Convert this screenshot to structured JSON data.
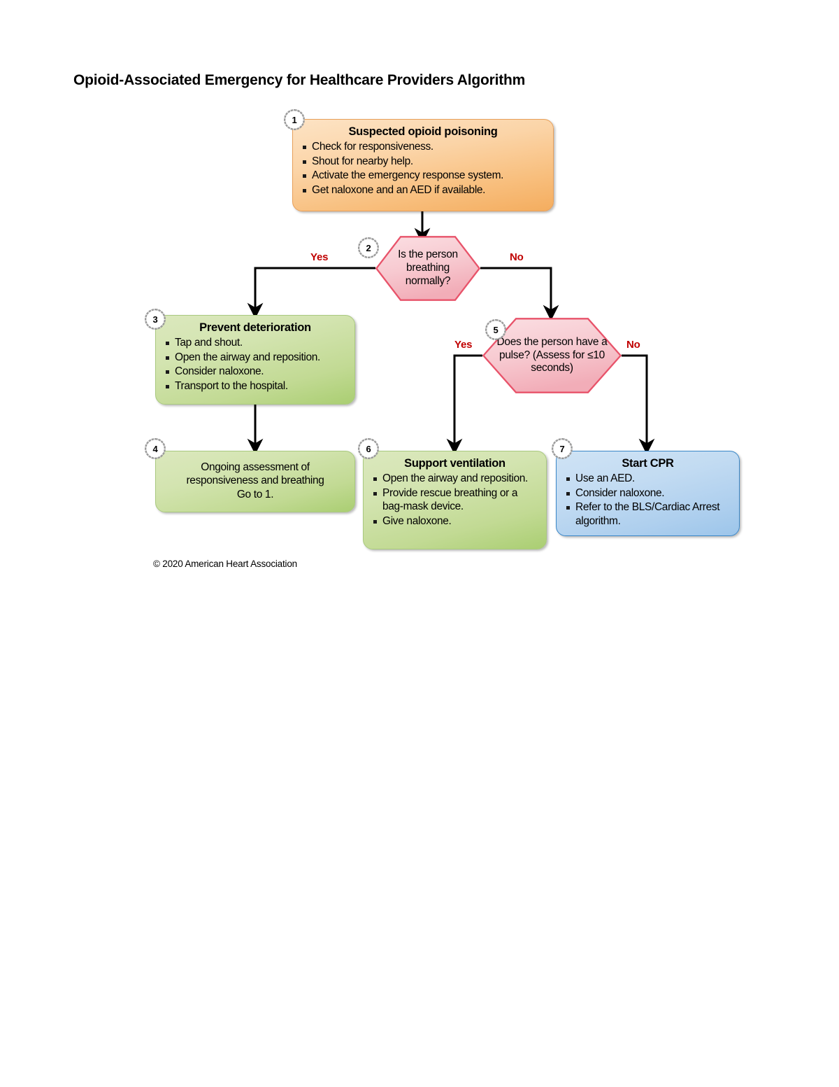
{
  "document": {
    "title": "Opioid-Associated Emergency for Healthcare Providers Algorithm",
    "copyright": "© 2020 American Heart Association"
  },
  "colors": {
    "orange": "#f4ad5f",
    "green": "#aace72",
    "blue": "#9cc5ea",
    "pink": "#f6c4cb",
    "pink_border": "#e8536a",
    "branch_label": "#c00000",
    "connector": "#000000"
  },
  "nodes": [
    {
      "id": "box1",
      "number": "1",
      "shape": "rounded-rect",
      "color": "orange",
      "title": "Suspected opioid poisoning",
      "items": [
        "Check for responsiveness.",
        "Shout for nearby help.",
        "Activate the emergency response system.",
        "Get naloxone and an AED if available."
      ]
    },
    {
      "id": "hex2",
      "number": "2",
      "shape": "hexagon",
      "color": "pink",
      "text": "Is the person breathing normally?"
    },
    {
      "id": "box3",
      "number": "3",
      "shape": "rounded-rect",
      "color": "green",
      "title": "Prevent deterioration",
      "items": [
        "Tap and shout.",
        "Open the airway and reposition.",
        "Consider naloxone.",
        "Transport to the hospital."
      ]
    },
    {
      "id": "box4",
      "number": "4",
      "shape": "rounded-rect",
      "color": "green",
      "text_line1": "Ongoing assessment of",
      "text_line2": "responsiveness and breathing",
      "text_line3": "Go to 1."
    },
    {
      "id": "hex5",
      "number": "5",
      "shape": "hexagon",
      "color": "pink",
      "text": "Does the person have a pulse? (Assess for ≤10 seconds)"
    },
    {
      "id": "box6",
      "number": "6",
      "shape": "rounded-rect",
      "color": "green",
      "title": "Support ventilation",
      "items": [
        "Open the airway and reposition.",
        "Provide rescue breathing or a bag-mask device.",
        "Give naloxone."
      ]
    },
    {
      "id": "box7",
      "number": "7",
      "shape": "rounded-rect",
      "color": "blue",
      "title": "Start CPR",
      "items": [
        "Use an AED.",
        "Consider naloxone.",
        "Refer to the BLS/Cardiac Arrest algorithm."
      ]
    }
  ],
  "branches": {
    "hex2_yes": "Yes",
    "hex2_no": "No",
    "hex5_yes": "Yes",
    "hex5_no": "No"
  }
}
